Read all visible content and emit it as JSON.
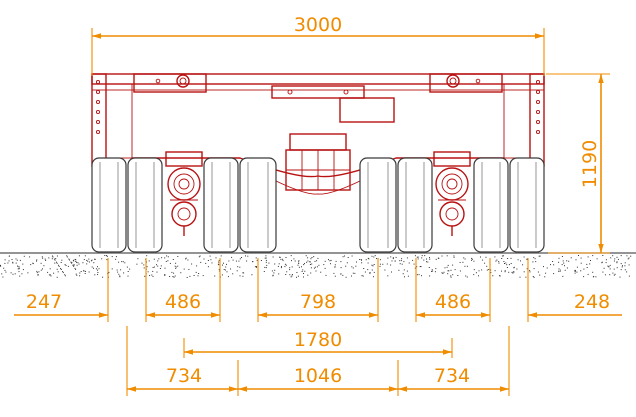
{
  "dimensions": {
    "overall_width": "3000",
    "overall_height": "1190",
    "outer_left": "247",
    "left_pair": "486",
    "center_gap": "798",
    "right_pair": "486",
    "outer_right": "248",
    "wheel_inner": "1780",
    "track_left": "734",
    "track_center": "1046",
    "track_right": "734"
  },
  "colors": {
    "dimension": "#f08c00",
    "vehicle": "#b81212",
    "tyre": "#3a3a3a",
    "ground": "#333333"
  }
}
